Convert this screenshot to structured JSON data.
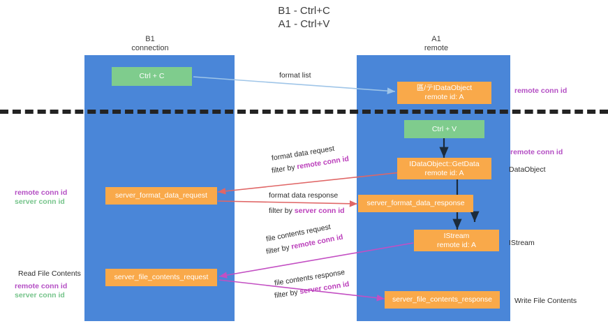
{
  "title": "B1 - Ctrl+C\nA1 - Ctrl+V",
  "columns": {
    "left": "B1\nconnection",
    "right": "A1\nremote"
  },
  "nodes": {
    "ctrl_c": "Ctrl + C",
    "ctrl_v": "Ctrl + V",
    "data_object_top": "區/テIDataObject\nremote id: A",
    "get_data": "IDataObject::GetData\nremote id: A",
    "server_format_data_request": "server_format_data_request",
    "server_format_data_response": "server_format_data_response",
    "istream": "IStream\nremote id: A",
    "server_file_contents_request": "server_file_contents_request",
    "server_file_contents_response": "server_file_contents_response"
  },
  "edges": {
    "format_list": "format list",
    "format_data_request": "format data request",
    "format_data_request_filter_prefix": "filter by ",
    "format_data_request_filter_key": "remote conn id",
    "format_data_response": "format data response",
    "format_data_response_filter_prefix": "filter by ",
    "format_data_response_filter_key": "server conn id",
    "file_contents_request": "file contents request",
    "file_contents_request_filter_prefix": "filter by ",
    "file_contents_request_filter_key": "remote conn id",
    "file_contents_response": "file contents response",
    "file_contents_response_filter_prefix": "filter by ",
    "file_contents_response_filter_key": "server conn id"
  },
  "annotations": {
    "right_remote_conn_id_top": "remote conn id",
    "right_remote_conn_id_mid": "remote conn id",
    "right_data_object": "DataObject",
    "right_istream": "IStream",
    "right_write_file_contents": "Write File Contents",
    "left_legend_remote_mid": "remote conn id",
    "left_legend_server_mid": "server conn id",
    "left_read_file_contents": "Read File Contents",
    "left_legend_remote_bottom": "remote conn id",
    "left_legend_server_bottom": "server conn id"
  },
  "colors": {
    "lane": "#4a86d8",
    "green_node": "#7fcc8d",
    "orange_node": "#f9a94a",
    "remote_conn_id": "#b44fc4",
    "server_conn_id": "#76c48b",
    "arrow_blue": "#9fc5e8",
    "arrow_red": "#e06666",
    "arrow_magenta": "#c34fc3",
    "arrow_dark": "#1c2b3a",
    "divider": "#232323"
  }
}
